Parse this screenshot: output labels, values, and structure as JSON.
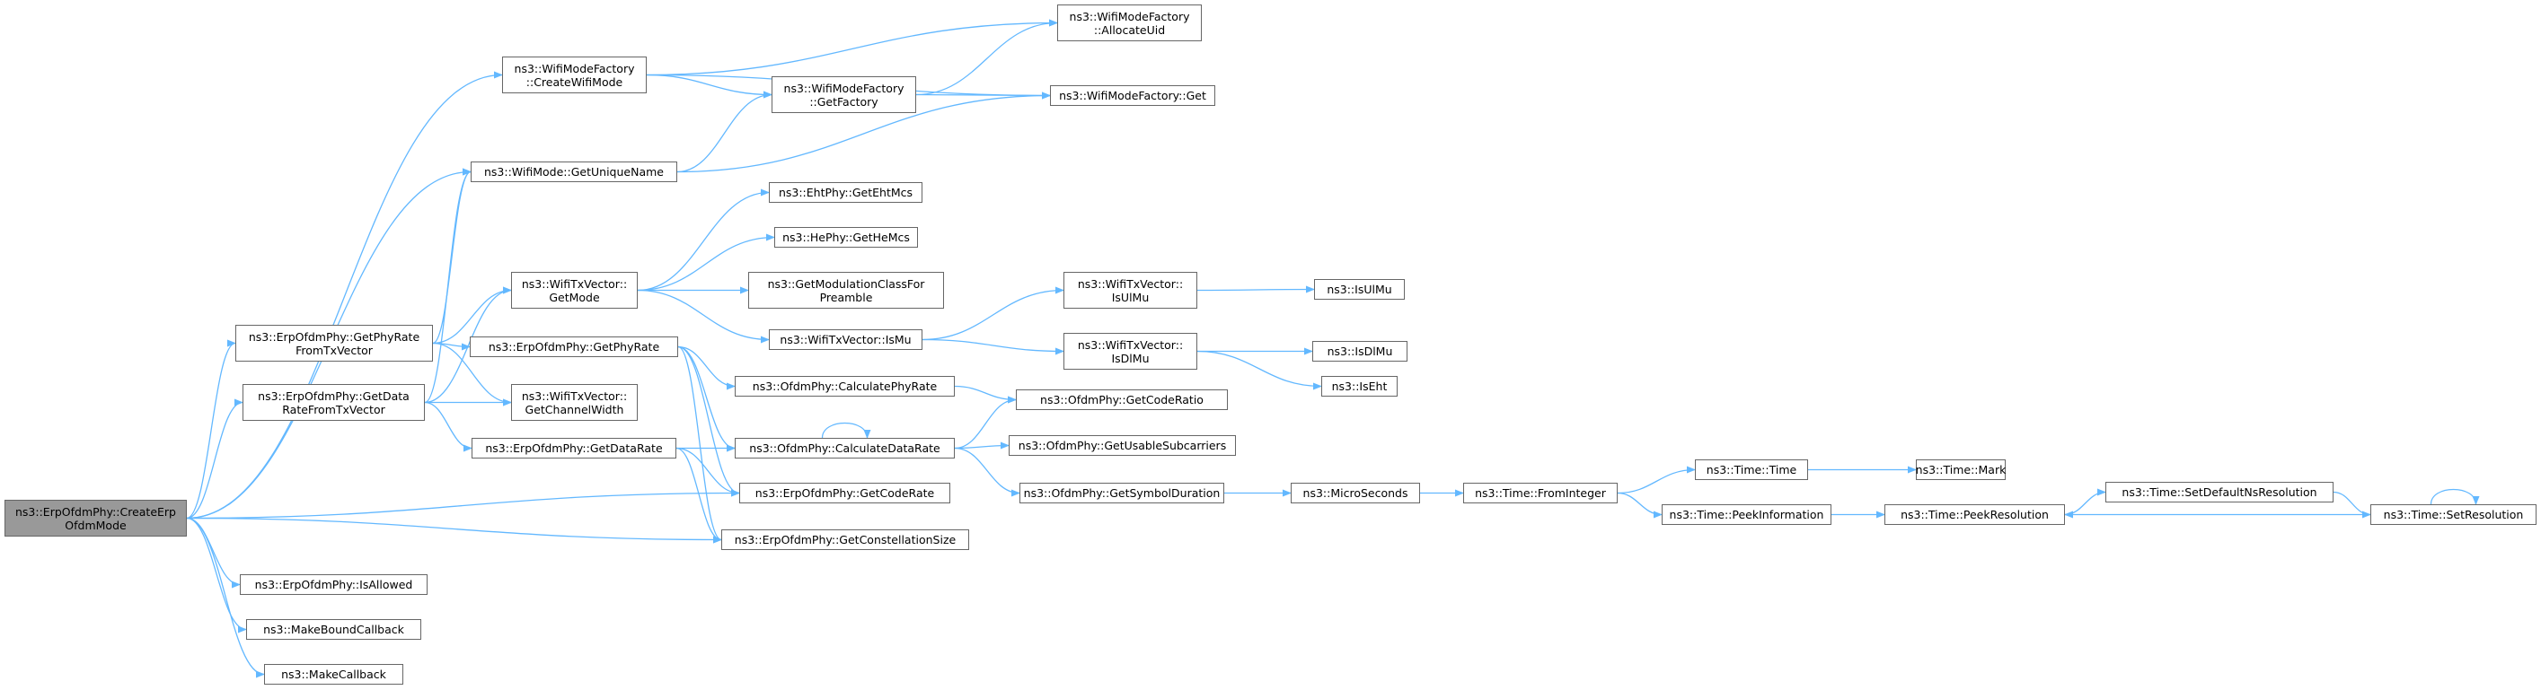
{
  "colors": {
    "edge": "#63b8ff",
    "node_border": "#666666",
    "root_fill": "#999999"
  },
  "nodes": [
    {
      "id": "root",
      "lines": [
        "ns3::ErpOfdmPhy::CreateErp",
        "OfdmMode"
      ],
      "root": true
    },
    {
      "id": "createWifiMode",
      "lines": [
        "ns3::WifiModeFactory",
        "::CreateWifiMode"
      ]
    },
    {
      "id": "allocateUid",
      "lines": [
        "ns3::WifiModeFactory",
        "::AllocateUid"
      ]
    },
    {
      "id": "getFactory",
      "lines": [
        "ns3::WifiModeFactory",
        "::GetFactory"
      ]
    },
    {
      "id": "factoryGet",
      "lines": [
        "ns3::WifiModeFactory::Get"
      ]
    },
    {
      "id": "getUniqueName",
      "lines": [
        "ns3::WifiMode::GetUniqueName"
      ]
    },
    {
      "id": "getEhtMcs",
      "lines": [
        "ns3::EhtPhy::GetEhtMcs"
      ]
    },
    {
      "id": "getHeMcs",
      "lines": [
        "ns3::HePhy::GetHeMcs"
      ]
    },
    {
      "id": "getMode",
      "lines": [
        "ns3::WifiTxVector::",
        "GetMode"
      ]
    },
    {
      "id": "getModClass",
      "lines": [
        "ns3::GetModulationClassFor",
        "Preamble"
      ]
    },
    {
      "id": "getPhyRateFromTx",
      "lines": [
        "ns3::ErpOfdmPhy::GetPhyRate",
        "FromTxVector"
      ]
    },
    {
      "id": "isUlMuVec",
      "lines": [
        "ns3::WifiTxVector::",
        "IsUlMu"
      ]
    },
    {
      "id": "isUlMu",
      "lines": [
        "ns3::IsUlMu"
      ]
    },
    {
      "id": "isMu",
      "lines": [
        "ns3::WifiTxVector::IsMu"
      ]
    },
    {
      "id": "getPhyRate",
      "lines": [
        "ns3::ErpOfdmPhy::GetPhyRate"
      ]
    },
    {
      "id": "isDlMuVec",
      "lines": [
        "ns3::WifiTxVector::",
        "IsDlMu"
      ]
    },
    {
      "id": "isDlMu",
      "lines": [
        "ns3::IsDlMu"
      ]
    },
    {
      "id": "getDataRateFromTx",
      "lines": [
        "ns3::ErpOfdmPhy::GetData",
        "RateFromTxVector"
      ]
    },
    {
      "id": "calcPhyRate",
      "lines": [
        "ns3::OfdmPhy::CalculatePhyRate"
      ]
    },
    {
      "id": "getChannelWidth",
      "lines": [
        "ns3::WifiTxVector::",
        "GetChannelWidth"
      ]
    },
    {
      "id": "isEht",
      "lines": [
        "ns3::IsEht"
      ]
    },
    {
      "id": "getCodeRatioOfdm",
      "lines": [
        "ns3::OfdmPhy::GetCodeRatio"
      ]
    },
    {
      "id": "getDataRate",
      "lines": [
        "ns3::ErpOfdmPhy::GetDataRate"
      ]
    },
    {
      "id": "calcDataRate",
      "lines": [
        "ns3::OfdmPhy::CalculateDataRate"
      ]
    },
    {
      "id": "getUsableSub",
      "lines": [
        "ns3::OfdmPhy::GetUsableSubcarriers"
      ]
    },
    {
      "id": "timeTime",
      "lines": [
        "ns3::Time::Time"
      ]
    },
    {
      "id": "timeMark",
      "lines": [
        "ns3::Time::Mark"
      ]
    },
    {
      "id": "getCodeRateErp",
      "lines": [
        "ns3::ErpOfdmPhy::GetCodeRate"
      ]
    },
    {
      "id": "getSymbolDuration",
      "lines": [
        "ns3::OfdmPhy::GetSymbolDuration"
      ]
    },
    {
      "id": "microSeconds",
      "lines": [
        "ns3::MicroSeconds"
      ]
    },
    {
      "id": "fromInteger",
      "lines": [
        "ns3::Time::FromInteger"
      ]
    },
    {
      "id": "setDefaultNsRes",
      "lines": [
        "ns3::Time::SetDefaultNsResolution"
      ]
    },
    {
      "id": "peekInformation",
      "lines": [
        "ns3::Time::PeekInformation"
      ]
    },
    {
      "id": "peekResolution",
      "lines": [
        "ns3::Time::PeekResolution"
      ]
    },
    {
      "id": "setResolution",
      "lines": [
        "ns3::Time::SetResolution"
      ]
    },
    {
      "id": "getConstSize",
      "lines": [
        "ns3::ErpOfdmPhy::GetConstellationSize"
      ]
    },
    {
      "id": "isAllowed",
      "lines": [
        "ns3::ErpOfdmPhy::IsAllowed"
      ]
    },
    {
      "id": "makeBoundCallback",
      "lines": [
        "ns3::MakeBoundCallback"
      ]
    },
    {
      "id": "makeCallback",
      "lines": [
        "ns3::MakeCallback"
      ]
    }
  ],
  "edges": [
    [
      "root",
      "createWifiMode"
    ],
    [
      "root",
      "getUniqueName"
    ],
    [
      "root",
      "getPhyRateFromTx"
    ],
    [
      "root",
      "getDataRateFromTx"
    ],
    [
      "root",
      "getCodeRateErp"
    ],
    [
      "root",
      "getConstSize"
    ],
    [
      "root",
      "isAllowed"
    ],
    [
      "root",
      "makeBoundCallback"
    ],
    [
      "root",
      "makeCallback"
    ],
    [
      "createWifiMode",
      "allocateUid"
    ],
    [
      "createWifiMode",
      "getFactory"
    ],
    [
      "createWifiMode",
      "factoryGet"
    ],
    [
      "getFactory",
      "allocateUid"
    ],
    [
      "getFactory",
      "factoryGet"
    ],
    [
      "getUniqueName",
      "getFactory"
    ],
    [
      "getUniqueName",
      "factoryGet"
    ],
    [
      "getPhyRateFromTx",
      "getUniqueName"
    ],
    [
      "getPhyRateFromTx",
      "getMode"
    ],
    [
      "getPhyRateFromTx",
      "getPhyRate"
    ],
    [
      "getPhyRateFromTx",
      "getChannelWidth"
    ],
    [
      "getDataRateFromTx",
      "getUniqueName"
    ],
    [
      "getDataRateFromTx",
      "getMode"
    ],
    [
      "getDataRateFromTx",
      "getChannelWidth"
    ],
    [
      "getDataRateFromTx",
      "getDataRate"
    ],
    [
      "getMode",
      "getEhtMcs"
    ],
    [
      "getMode",
      "getHeMcs"
    ],
    [
      "getMode",
      "getModClass"
    ],
    [
      "getMode",
      "isMu"
    ],
    [
      "isMu",
      "isUlMuVec"
    ],
    [
      "isMu",
      "isDlMuVec"
    ],
    [
      "isUlMuVec",
      "isUlMu"
    ],
    [
      "isDlMuVec",
      "isDlMu"
    ],
    [
      "isDlMuVec",
      "isEht"
    ],
    [
      "getPhyRate",
      "calcPhyRate"
    ],
    [
      "getPhyRate",
      "calcDataRate"
    ],
    [
      "getPhyRate",
      "getCodeRateErp"
    ],
    [
      "getPhyRate",
      "getConstSize"
    ],
    [
      "calcPhyRate",
      "getCodeRatioOfdm"
    ],
    [
      "getDataRate",
      "calcDataRate"
    ],
    [
      "getDataRate",
      "getCodeRateErp"
    ],
    [
      "getDataRate",
      "getConstSize"
    ],
    [
      "calcDataRate",
      "calcDataRate"
    ],
    [
      "calcDataRate",
      "getCodeRatioOfdm"
    ],
    [
      "calcDataRate",
      "getUsableSub"
    ],
    [
      "calcDataRate",
      "getSymbolDuration"
    ],
    [
      "getSymbolDuration",
      "microSeconds"
    ],
    [
      "microSeconds",
      "fromInteger"
    ],
    [
      "fromInteger",
      "timeTime"
    ],
    [
      "fromInteger",
      "peekInformation"
    ],
    [
      "timeTime",
      "timeMark"
    ],
    [
      "peekInformation",
      "peekResolution"
    ],
    [
      "peekResolution",
      "setDefaultNsRes"
    ],
    [
      "setDefaultNsRes",
      "setResolution"
    ],
    [
      "setResolution",
      "peekResolution"
    ],
    [
      "setResolution",
      "setResolution"
    ]
  ]
}
